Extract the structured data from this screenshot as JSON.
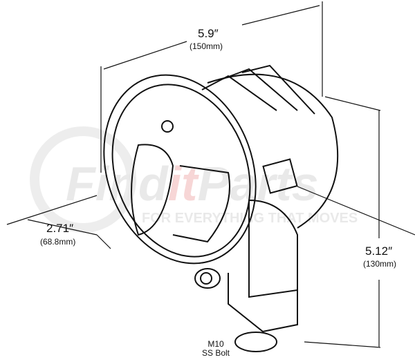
{
  "watermark": {
    "brand": "FinditParts",
    "tagline": "FOR EVERYTHING THAT MOVES",
    "accent_color": "#e8a0a0"
  },
  "dimensions": {
    "width": {
      "inches": "5.9″",
      "mm": "(150mm)"
    },
    "depth": {
      "inches": "2.71″",
      "mm": "(68.8mm)"
    },
    "height": {
      "inches": "5.12″",
      "mm": "(130mm)"
    }
  },
  "bolt_label": {
    "line1": "M10",
    "line2": "SS Bolt"
  }
}
